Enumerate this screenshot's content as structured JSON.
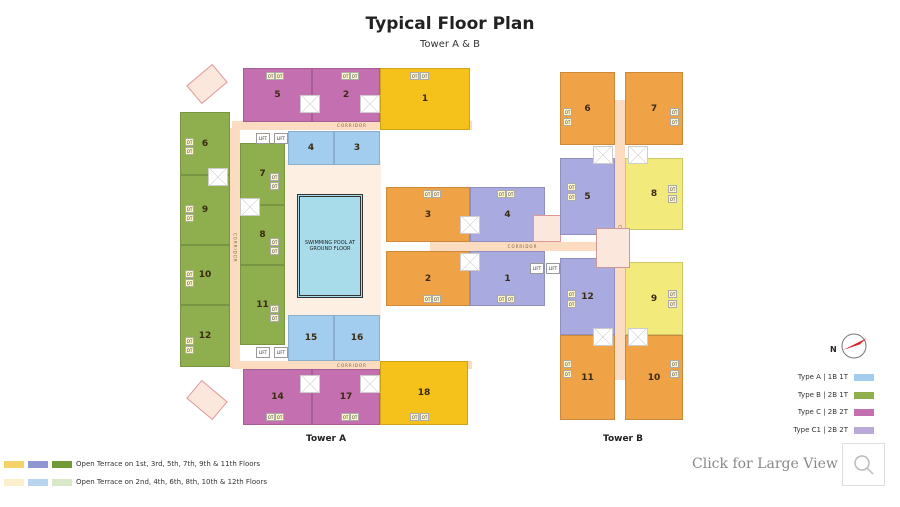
{
  "title": "Typical Floor Plan",
  "subtitle": "Tower A & B",
  "corridor_label": "CORRIDOR",
  "lift_label": "LIFT",
  "ot_label": "OT",
  "pool_label": "SWIMMING POOL AT GROUND FLOOR",
  "tower_a": {
    "label": "Tower A",
    "units": [
      "5",
      "2",
      "1",
      "4",
      "3",
      "6",
      "9",
      "10",
      "12",
      "7",
      "8",
      "11",
      "15",
      "16",
      "14",
      "17",
      "18"
    ]
  },
  "middle": {
    "units": [
      "3",
      "4",
      "2",
      "1"
    ]
  },
  "tower_b": {
    "label": "Tower B",
    "units": [
      "6",
      "7",
      "5",
      "8",
      "12",
      "9",
      "11",
      "10"
    ]
  },
  "compass": {
    "label": "N"
  },
  "types": [
    {
      "label": "Type A | 1B 1T",
      "color": "#a3cdef"
    },
    {
      "label": "Type B | 2B 1T",
      "color": "#8fae4e"
    },
    {
      "label": "Type C | 2B 2T",
      "color": "#c46fb0"
    },
    {
      "label": "Type C1 | 2B 2T",
      "color": "#b9a9d6"
    }
  ],
  "terrace_legend": [
    {
      "label": "Open Terrace on 1st, 3rd, 5th, 7th, 9th & 11th Floors",
      "colors": [
        "#f5d36b",
        "#8f96d2",
        "#6f9a36"
      ]
    },
    {
      "label": "Open Terrace on 2nd, 4th, 6th, 8th, 10th & 12th Floors",
      "colors": [
        "#fdeecd",
        "#b8d4f0",
        "#d8e8c8"
      ]
    }
  ],
  "large_view": "Click for Large View"
}
